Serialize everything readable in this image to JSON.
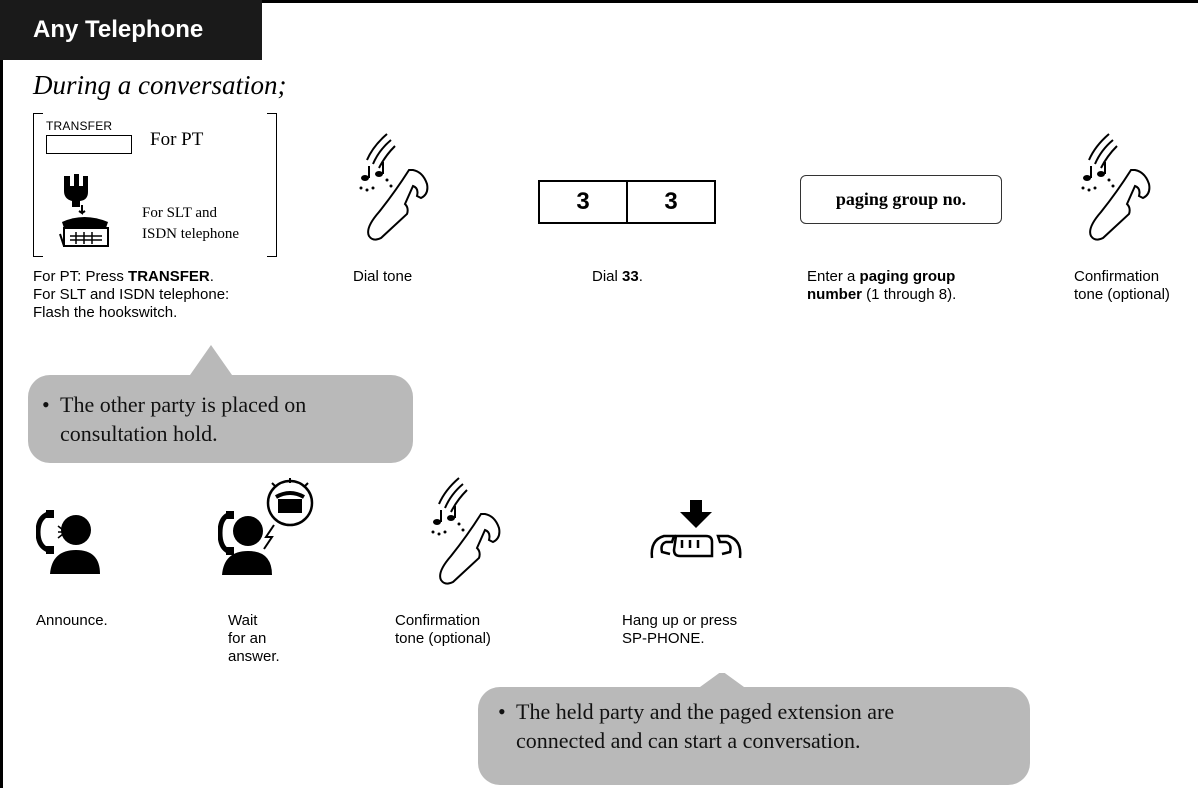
{
  "header": {
    "title": "Any Telephone"
  },
  "subtitle": "During a conversation;",
  "step1": {
    "transfer_key_label": "TRANSFER",
    "for_pt_label": "For PT",
    "for_slt_line1": "For SLT and",
    "for_slt_line2": "ISDN telephone",
    "caption_prefix": "For PT: Press ",
    "caption_bold": "TRANSFER",
    "caption_suffix": ".",
    "caption_line2": "For SLT and ISDN telephone:",
    "caption_line3": "Flash the hookswitch."
  },
  "note1": {
    "line1": "The other party is placed on",
    "line2": "consultation hold."
  },
  "step2": {
    "caption": "Dial tone",
    "icon": "handset-tone-icon"
  },
  "step3": {
    "digits": [
      "3",
      "3"
    ],
    "caption_prefix": "Dial ",
    "caption_bold": "33",
    "caption_suffix": "."
  },
  "step4": {
    "box_label": "paging group no.",
    "caption_prefix": "Enter a ",
    "caption_bold1": "paging group",
    "caption_bold2": "number",
    "caption_suffix": " (1 through 8)."
  },
  "step5": {
    "caption_line1": "Confirmation",
    "caption_line2": "tone (optional)",
    "icon": "handset-tone-icon"
  },
  "row2": {
    "announce": {
      "caption": "Announce.",
      "icon": "person-talking-icon"
    },
    "wait": {
      "caption_line1": "Wait",
      "caption_line2": "for an",
      "caption_line3": "answer.",
      "icon": "person-listening-icon"
    },
    "confirm": {
      "caption_line1": "Confirmation",
      "caption_line2": "tone (optional)",
      "icon": "handset-tone-icon"
    },
    "hangup": {
      "caption_line1": "Hang up or press",
      "caption_line2": "SP-PHONE.",
      "icon": "hang-up-icon"
    }
  },
  "note2": {
    "line1": "The held party and the paged extension are",
    "line2": "connected and can start a conversation."
  },
  "colors": {
    "header_bg": "#1a1a1a",
    "note_bg": "#b9b9b9"
  }
}
